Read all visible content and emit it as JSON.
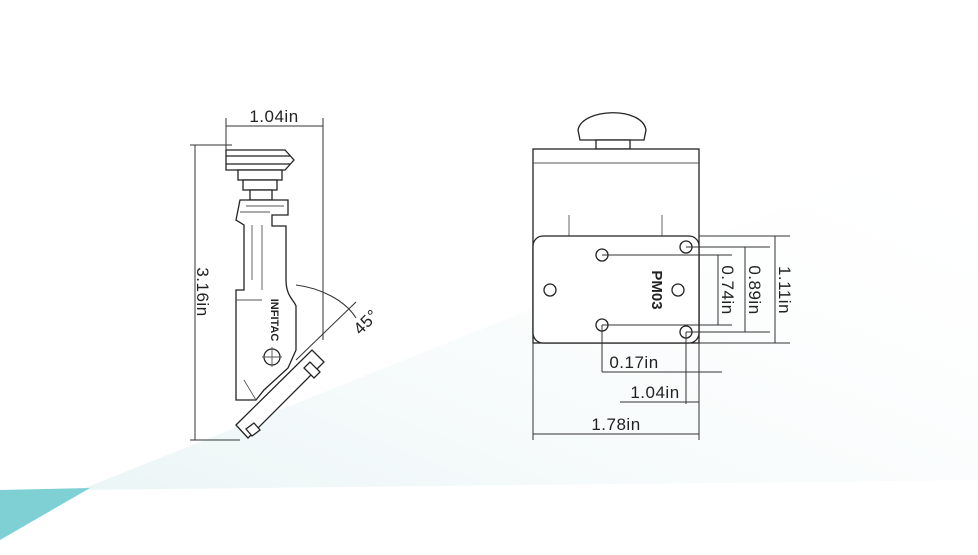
{
  "accent_color": "#7fd0d4",
  "side_view": {
    "width_label": "1.04in",
    "height_label": "3.16in",
    "angle_label": "45°",
    "brand_label": "INFITAC"
  },
  "front_view": {
    "model_label": "PM03",
    "dims": {
      "d_074": "0.74in",
      "d_089": "0.89in",
      "d_111": "1.11in",
      "d_017": "0.17in",
      "d_104": "1.04in",
      "d_178": "1.78in"
    }
  }
}
